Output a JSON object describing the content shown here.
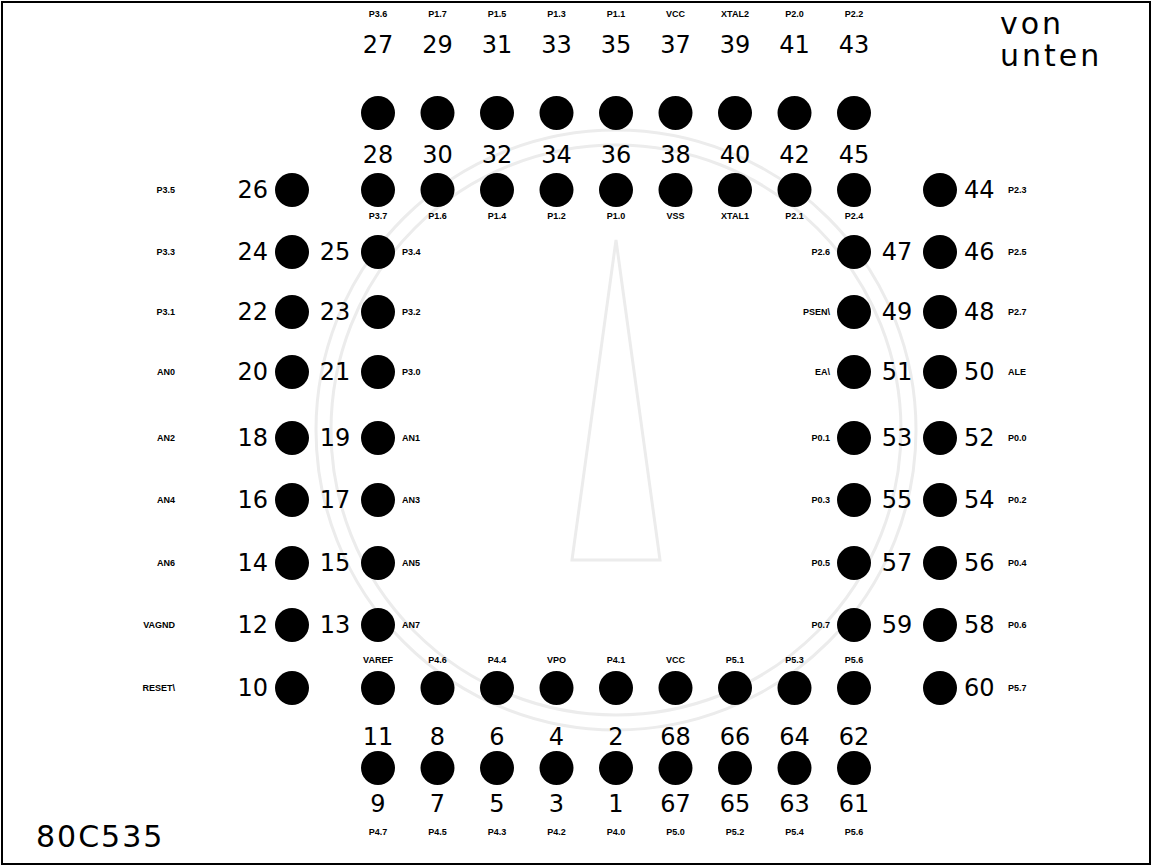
{
  "diagram": {
    "title": "80C535",
    "labels": [
      "P3.6",
      "P1.7",
      "P1.5",
      "P1.3",
      "P1.1",
      "VCC",
      "XTAL2",
      "P2.0",
      "P2.2",
      "27",
      "29",
      "31",
      "33",
      "35",
      "37",
      "39",
      "41",
      "43",
      "28",
      "30",
      "32",
      "34",
      "36",
      "38",
      "40",
      "42",
      "45",
      "P3.7",
      "P1.6",
      "P1.4",
      "P1.2",
      "P1.0",
      "VSS",
      "XTAL1",
      "P2.1",
      "P2.4",
      "von unten",
      "P3.5",
      "26",
      "44",
      "P2.3",
      "P3.3",
      "24",
      "25",
      "P3.4",
      "P2.6",
      "47",
      "46",
      "P2.5",
      "P3.1",
      "22",
      "23",
      "P3.2",
      "PSEN\\",
      "49",
      "48",
      "P2.7",
      "AN0",
      "20",
      "21",
      "P3.0",
      "EA\\",
      "51",
      "50",
      "ALE",
      "AN2",
      "18",
      "19",
      "AN1",
      "P0.1",
      "53",
      "52",
      "P0.0",
      "AN4",
      "16",
      "17",
      "AN3",
      "P0.3",
      "55",
      "54",
      "P0.2",
      "AN6",
      "14",
      "15",
      "AN5",
      "P0.5",
      "57",
      "56",
      "P0.4",
      "VAGND",
      "12",
      "13",
      "AN7",
      "P0.7",
      "59",
      "58",
      "P0.6",
      "RESET\\",
      "10",
      "60",
      "P5.7",
      "VAREF",
      "P4.6",
      "P4.4",
      "VPO",
      "P4.1",
      "VCC",
      "P5.1",
      "P5.3",
      "P5.6",
      "11",
      "8",
      "6",
      "4",
      "2",
      "68",
      "66",
      "64",
      "62",
      "9",
      "7",
      "5",
      "3",
      "1",
      "67",
      "65",
      "63",
      "61",
      "P4.7",
      "P4.5",
      "P4.3",
      "P4.2",
      "P4.0",
      "P5.0",
      "P5.2",
      "P5.4",
      "P5.6"
    ]
  }
}
